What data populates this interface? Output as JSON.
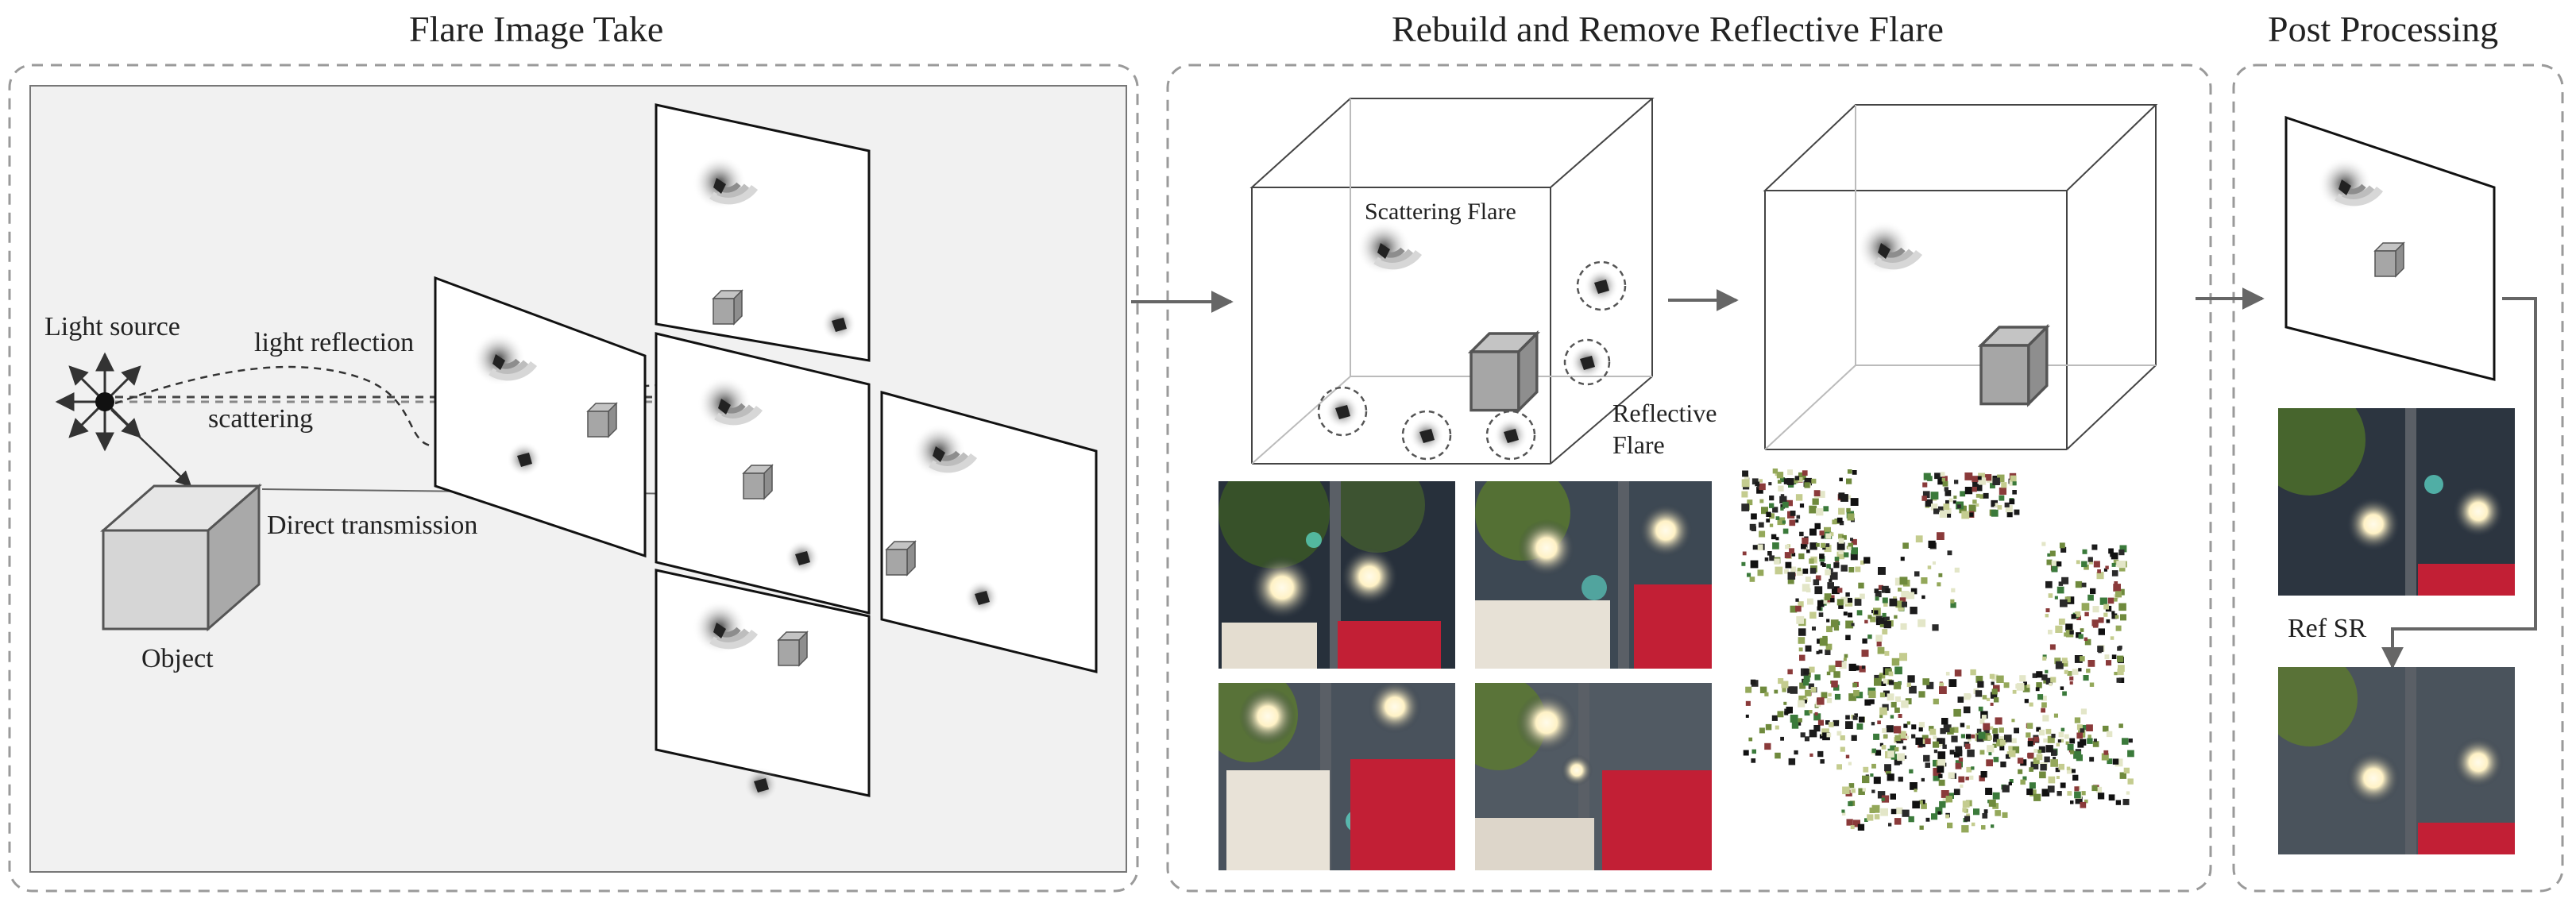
{
  "sections": {
    "capture": {
      "title": "Flare Image Take"
    },
    "rebuild": {
      "title": "Rebuild and Remove Reflective Flare"
    },
    "post": {
      "title": "Post Processing"
    }
  },
  "capture_labels": {
    "light_source": "Light source",
    "light_reflection": "light reflection",
    "scattering": "scattering",
    "direct_transmission": "Direct transmission",
    "object": "Object"
  },
  "rebuild_labels": {
    "scattering_flare": "Scattering Flare",
    "reflective_flare_line1": "Reflective",
    "reflective_flare_line2": "Flare"
  },
  "post_labels": {
    "ref_sr": "Ref SR"
  },
  "colors": {
    "panel_fill": "#f1f1f1",
    "dashed_border": "#9a9a9a",
    "cube_face": "#d6d6d6",
    "cube_side": "#a9a9a9",
    "lamp_glow": "#fff7dc",
    "banner_red": "#c21f35",
    "foliage": "#5d7a2e"
  },
  "icons": [
    "light-source-icon",
    "flare-icon",
    "cube-icon",
    "arrow-icon",
    "dashed-circle-icon",
    "street-lamp-photo",
    "point-cloud"
  ]
}
